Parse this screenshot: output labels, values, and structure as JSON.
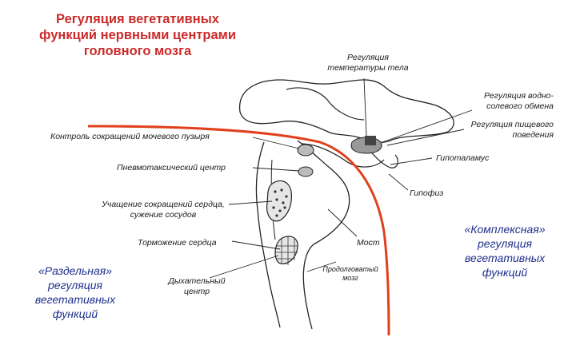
{
  "title": "Регуляция вегетативных\nфункций нервными центрами\nголовного мозга",
  "labels": {
    "temperature": "Регуляция\nтемпературы тела",
    "water_salt": "Регуляция водно-\nсолевого обмена",
    "food": "Регуляция пищевого\nповедения",
    "bladder": "Контроль сокращений мочевого пузыря",
    "hypothalamus": "Гипоталамус",
    "pneumotaxic": "Пневмотаксический центр",
    "hypophysis": "Гипофиз",
    "heart_accel": "Учащение сокращений сердца,\nсужение сосудов",
    "heart_inhib": "Торможение сердца",
    "pons": "Мост",
    "medulla": "Продолговатый\nмозг",
    "respiratory": "Дыхательный\nцентр"
  },
  "separate": "«Раздельная»\nрегуляция\nвегетативных\nфункций",
  "complex": "«Комплексная»\nрегуляция\nвегетативных\nфункций",
  "colors": {
    "title": "#cc2b2b",
    "accent_line": "#e0401c",
    "note": "#1f2f8c"
  }
}
